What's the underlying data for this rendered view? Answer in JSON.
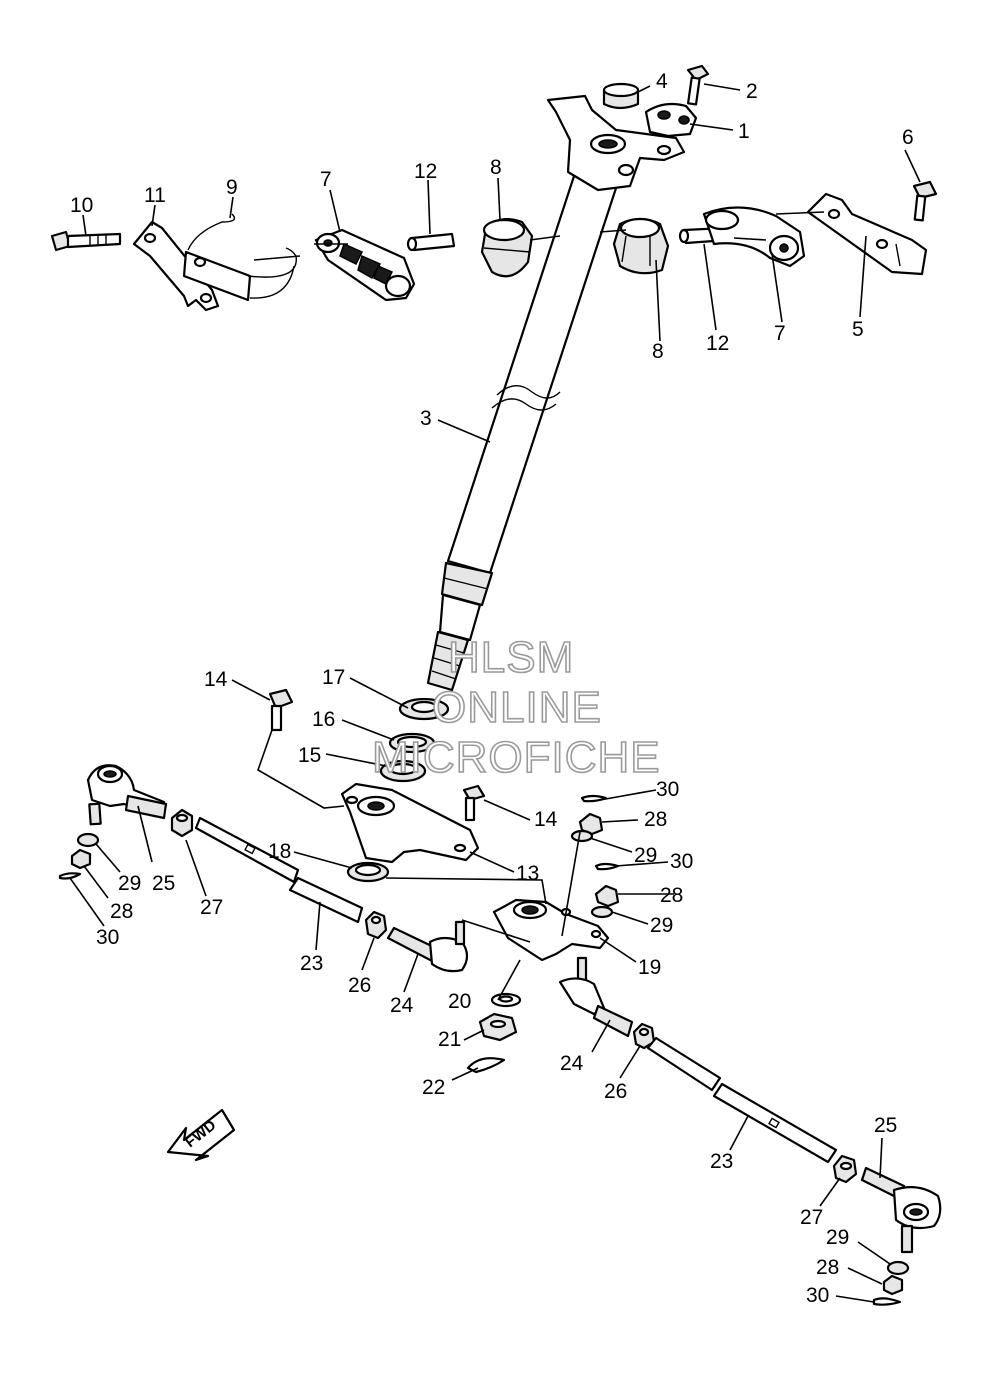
{
  "callouts": {
    "c1": "1",
    "c2": "2",
    "c3": "3",
    "c4": "4",
    "c5": "5",
    "c6": "6",
    "c7a": "7",
    "c7b": "7",
    "c8a": "8",
    "c8b": "8",
    "c9": "9",
    "c10": "10",
    "c11": "11",
    "c12a": "12",
    "c12b": "12",
    "c13": "13",
    "c14a": "14",
    "c14b": "14",
    "c15": "15",
    "c16": "16",
    "c17": "17",
    "c18": "18",
    "c19": "19",
    "c20": "20",
    "c21": "21",
    "c22": "22",
    "c23a": "23",
    "c23b": "23",
    "c24a": "24",
    "c24b": "24",
    "c25a": "25",
    "c25b": "25",
    "c26a": "26",
    "c26b": "26",
    "c27a": "27",
    "c27b": "27",
    "c28a": "28",
    "c28b": "28",
    "c28c": "28",
    "c28d": "28",
    "c29a": "29",
    "c29b": "29",
    "c29c": "29",
    "c29d": "29",
    "c30a": "30",
    "c30b": "30",
    "c30c": "30",
    "c30d": "30"
  },
  "watermark": {
    "line1": "HLSM",
    "line2": "ONLINE",
    "line3": "MICROFICHE"
  },
  "fwd_badge": "FWD"
}
